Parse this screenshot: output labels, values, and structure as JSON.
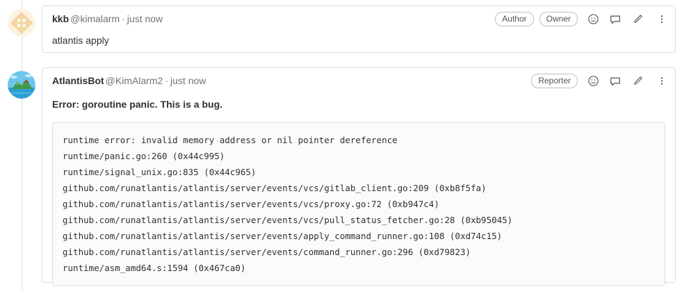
{
  "thread": {
    "notes": [
      {
        "avatar": "identicon-avatar",
        "author_name": "kkb",
        "author_handle": "@kimalarm",
        "separator": "·",
        "timestamp": "just now",
        "badges": [
          "Author",
          "Owner"
        ],
        "actions": [
          "emoji-reaction-icon",
          "reply-comment-icon",
          "edit-pencil-icon",
          "more-actions-icon"
        ],
        "body_text": "atlantis apply"
      },
      {
        "avatar": "island-photo-avatar",
        "author_name": "AtlantisBot",
        "author_handle": "@KimAlarm2",
        "separator": "·",
        "timestamp": "just now",
        "badges": [
          "Reporter"
        ],
        "actions": [
          "emoji-reaction-icon",
          "reply-comment-icon",
          "edit-pencil-icon",
          "more-actions-icon"
        ],
        "error_title": "Error: goroutine panic. This is a bug.",
        "code_lines": [
          "runtime error: invalid memory address or nil pointer dereference",
          "runtime/panic.go:260 (0x44c995)",
          "runtime/signal_unix.go:835 (0x44c965)",
          "github.com/runatlantis/atlantis/server/events/vcs/gitlab_client.go:209 (0xb8f5fa)",
          "github.com/runatlantis/atlantis/server/events/vcs/proxy.go:72 (0xb947c4)",
          "github.com/runatlantis/atlantis/server/events/vcs/pull_status_fetcher.go:28 (0xb95045)",
          "github.com/runatlantis/atlantis/server/events/apply_command_runner.go:108 (0xd74c15)",
          "github.com/runatlantis/atlantis/server/events/command_runner.go:296 (0xd79823)",
          "runtime/asm_amd64.s:1594 (0x467ca0)"
        ]
      }
    ]
  },
  "colors": {
    "text_primary": "#303030",
    "text_muted": "#737278",
    "border": "#dcdcde",
    "badge_border": "#bfbfc3",
    "thread_line": "#ebedf0",
    "code_bg": "#fbfbfb",
    "avatar_identicon": "#f5d9a8",
    "avatar_sky": "#6ec6ef"
  }
}
